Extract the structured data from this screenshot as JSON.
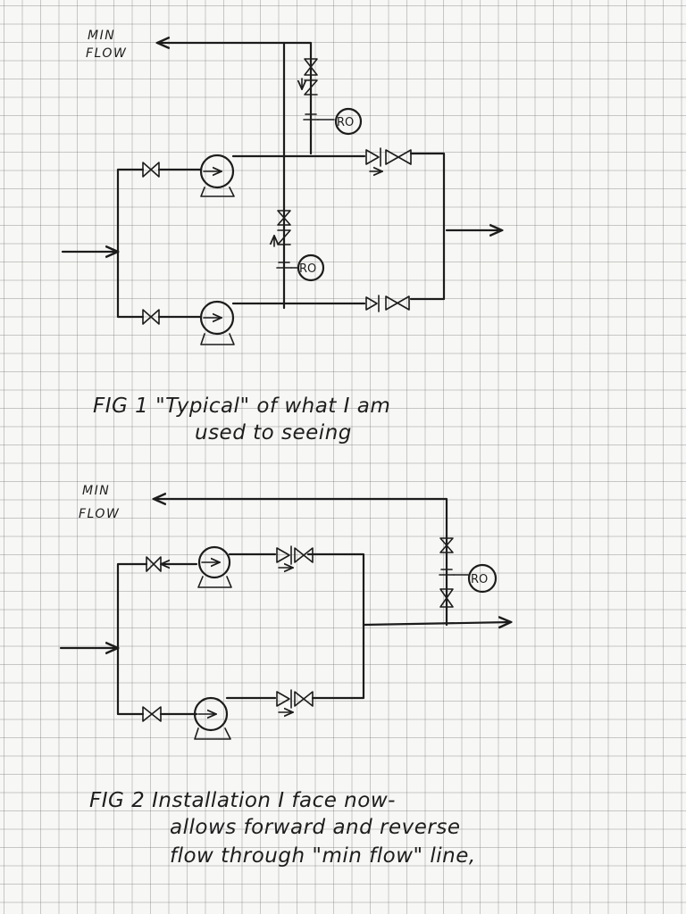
{
  "figure1": {
    "min_flow_label": [
      "MIN",
      "FLOW"
    ],
    "ro_label": "RO",
    "caption_lines": [
      "FIG 1  \"Typical\" of what I am",
      "used to seeing"
    ]
  },
  "figure2": {
    "min_flow_label": [
      "MIN",
      "FLOW"
    ],
    "ro_label": "RO",
    "caption_lines": [
      "FIG 2  Installation I face now-",
      "allows forward and reverse",
      "flow through \"min flow\" line,"
    ]
  }
}
